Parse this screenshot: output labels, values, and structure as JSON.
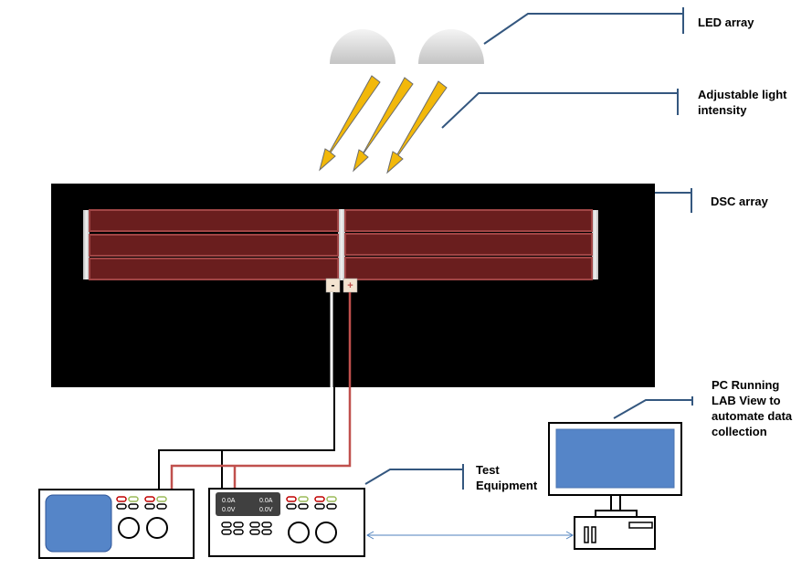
{
  "labels": {
    "led_array": "LED array",
    "light_intensity": "Adjustable light intensity",
    "dsc_array": "DSC array",
    "test_equipment": "Test Equipment",
    "pc": "PC Running LAB View to automate data collection"
  },
  "terminals": {
    "negative": "-",
    "positive": "+"
  },
  "psu_display": {
    "current_1": "0.0A",
    "current_2": "0.0A",
    "voltage_1": "0.0V",
    "voltage_2": "0.0V"
  },
  "colors": {
    "callout_line": "#34577f",
    "arrow_fill": "#f2b80a",
    "arrow_outline": "#6b6b6b",
    "board": "#000000",
    "cell_fill": "#6a1e1e",
    "cell_border": "#a04545",
    "screen_blue": "#5585c8",
    "red_wire": "#c0504d",
    "link_arrow": "#4f81bd"
  }
}
